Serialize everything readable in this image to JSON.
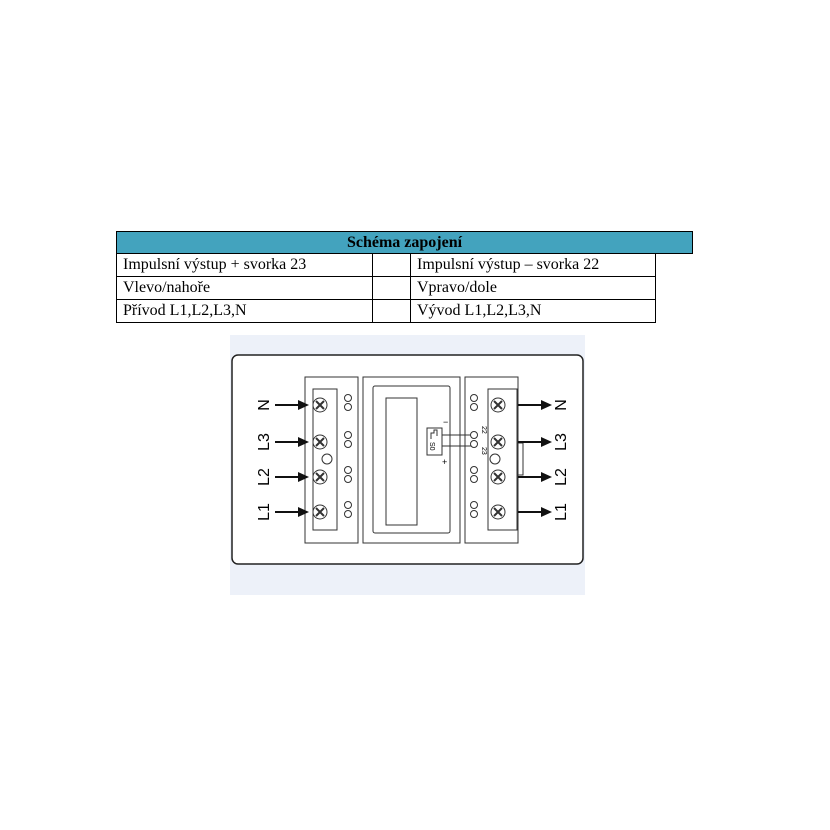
{
  "table": {
    "title": "Schéma zapojení",
    "rows": [
      {
        "left": "Impulsní výstup + svorka 23",
        "middle": "",
        "right": "Impulsní výstup – svorka 22"
      },
      {
        "left": "Vlevo/nahoře",
        "middle": "",
        "right": "Vpravo/dole"
      },
      {
        "left": "Přívod L1,L2,L3,N",
        "middle": "",
        "right": "Vývod L1,L2,L3,N"
      }
    ]
  },
  "diagram": {
    "left_labels": [
      "N",
      "L3",
      "L2",
      "L1"
    ],
    "right_labels": [
      "N",
      "L3",
      "L2",
      "L1"
    ],
    "pulse_label": "S0",
    "terminal_22": "22",
    "terminal_23": "23",
    "minus": "−",
    "plus": "+"
  }
}
